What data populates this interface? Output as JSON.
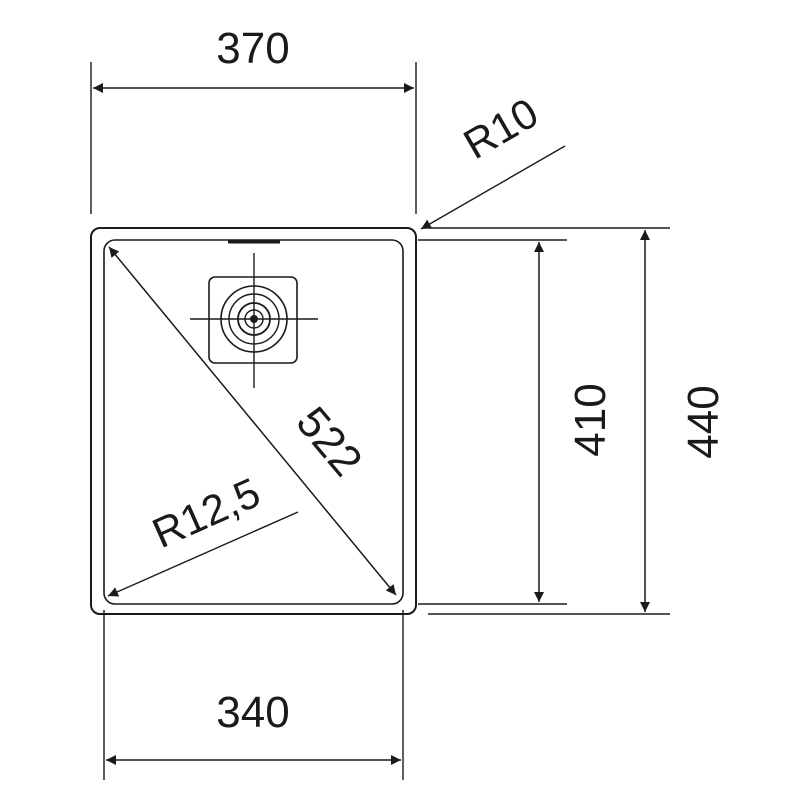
{
  "drawing": {
    "dimensions": {
      "outer_width": "370",
      "inner_width": "340",
      "inner_height": "410",
      "outer_height": "440",
      "diagonal": "522",
      "outer_corner_radius": "R10",
      "inner_corner_radius": "R12,5"
    },
    "line_color": "#1a1a1a",
    "background": "#ffffff"
  }
}
